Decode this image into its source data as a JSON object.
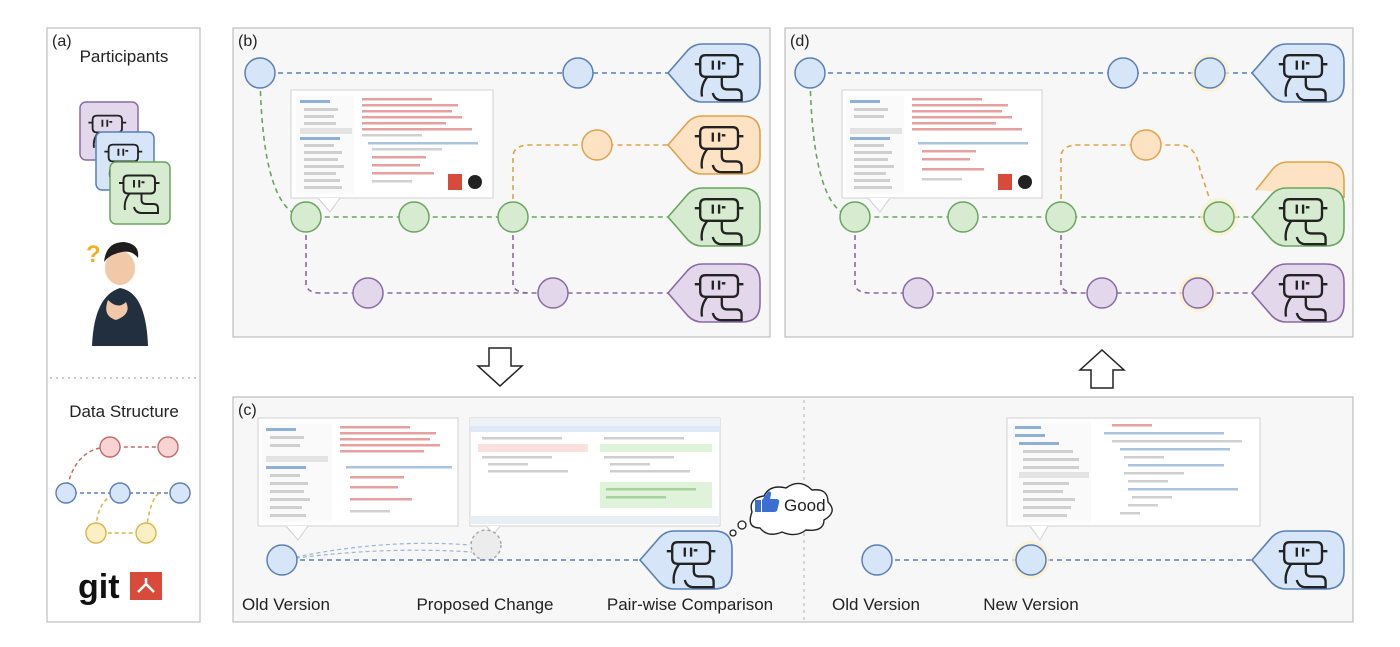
{
  "panels": {
    "a": {
      "label": "(a)",
      "participants_title": "Participants",
      "data_structure_title": "Data Structure",
      "git_logo_text": "git",
      "question_mark": "?"
    },
    "b": {
      "label": "(b)"
    },
    "c": {
      "label": "(c)",
      "captions": [
        "Old Version",
        "Proposed Change",
        "Pair-wise Comparison",
        "Old Version",
        "New Version"
      ],
      "reaction": "Good"
    },
    "d": {
      "label": "(d)"
    }
  },
  "colors": {
    "blue_fill": "#d6e5f7",
    "blue_stroke": "#5a7fb5",
    "green_fill": "#d6ebd0",
    "green_stroke": "#6aa55f",
    "orange_fill": "#fde3c4",
    "orange_stroke": "#e0a24a",
    "purple_fill": "#e3d7ec",
    "purple_stroke": "#8a6aa5",
    "red_fill": "#f7d3d3",
    "red_stroke": "#c46a6a",
    "yellow_fill": "#fbefc4",
    "yellow_stroke": "#d9b54a",
    "panel_border": "#bdbdbd",
    "panel_bg": "#f7f7f7"
  },
  "icons": [
    "robot-icon",
    "thinking-person-icon",
    "git-logo-icon",
    "thumbs-up-icon",
    "github-icon",
    "file-tree-icon"
  ]
}
